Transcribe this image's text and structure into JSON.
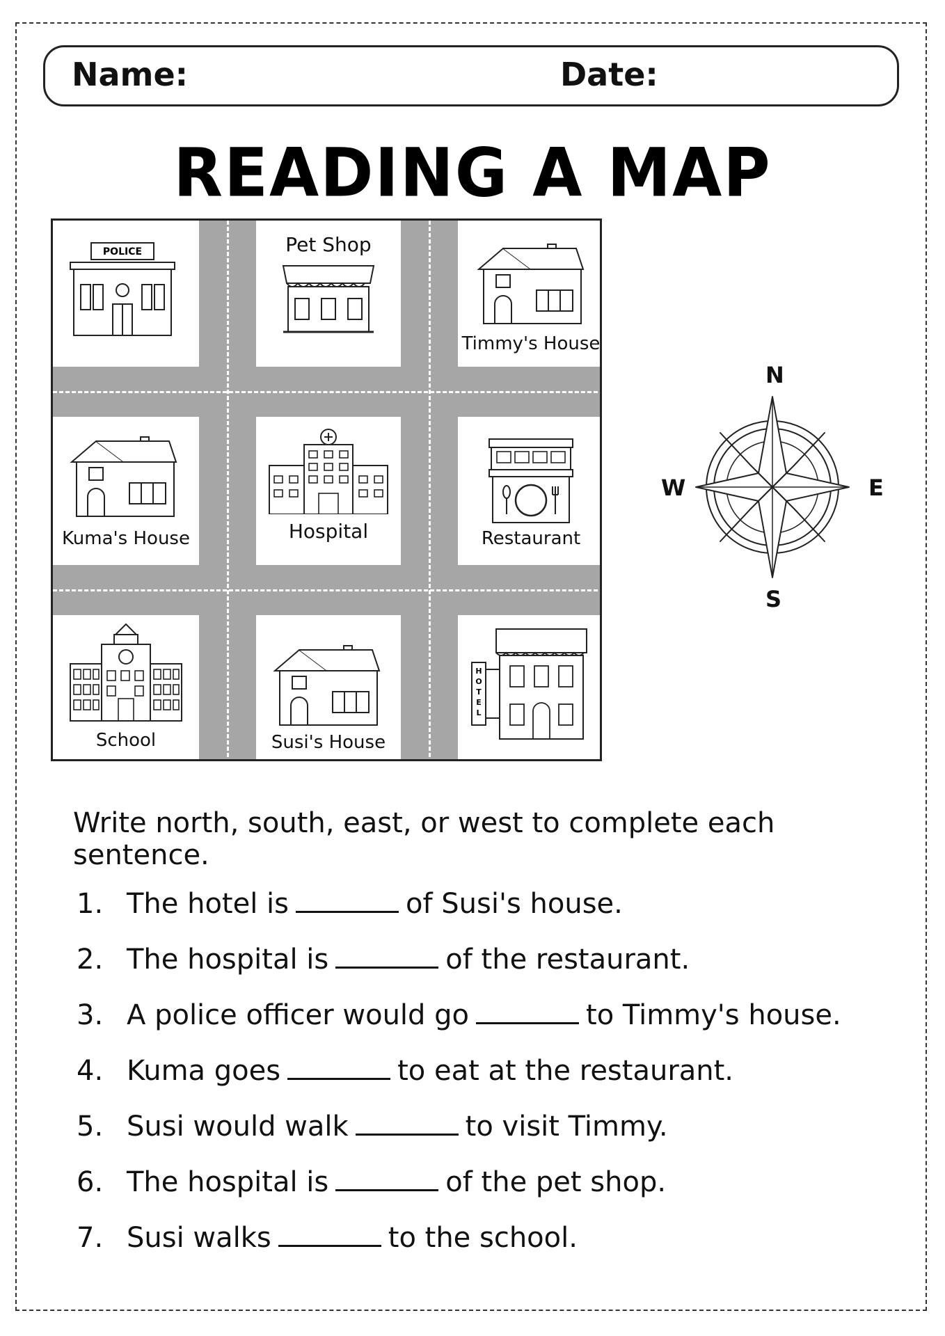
{
  "header": {
    "name_label": "Name:",
    "date_label": "Date:"
  },
  "title": "READING A MAP",
  "map": {
    "police_sign": "POLICE",
    "hotel_sign": "HOTEL",
    "labels": {
      "pet_shop": "Pet Shop",
      "timmys_house": "Timmy's House",
      "kumas_house": "Kuma's House",
      "hospital": "Hospital",
      "restaurant": "Restaurant",
      "school": "School",
      "susis_house": "Susi's House"
    }
  },
  "compass": {
    "north": "N",
    "south": "S",
    "east": "E",
    "west": "W"
  },
  "instructions": "Write north, south, east, or west to complete each sentence.",
  "questions": [
    {
      "num": "1.",
      "before": "The hotel is",
      "after": "of Susi's house."
    },
    {
      "num": "2.",
      "before": "The hospital is",
      "after": "of the restaurant."
    },
    {
      "num": "3.",
      "before": "A police officer would go",
      "after": "to Timmy's house."
    },
    {
      "num": "4.",
      "before": "Kuma goes",
      "after": "to eat at the restaurant."
    },
    {
      "num": "5.",
      "before": "Susi would walk",
      "after": "to visit Timmy."
    },
    {
      "num": "6.",
      "before": "The hospital is",
      "after": "of the pet shop."
    },
    {
      "num": "7.",
      "before": "Susi walks",
      "after": "to the school."
    }
  ]
}
